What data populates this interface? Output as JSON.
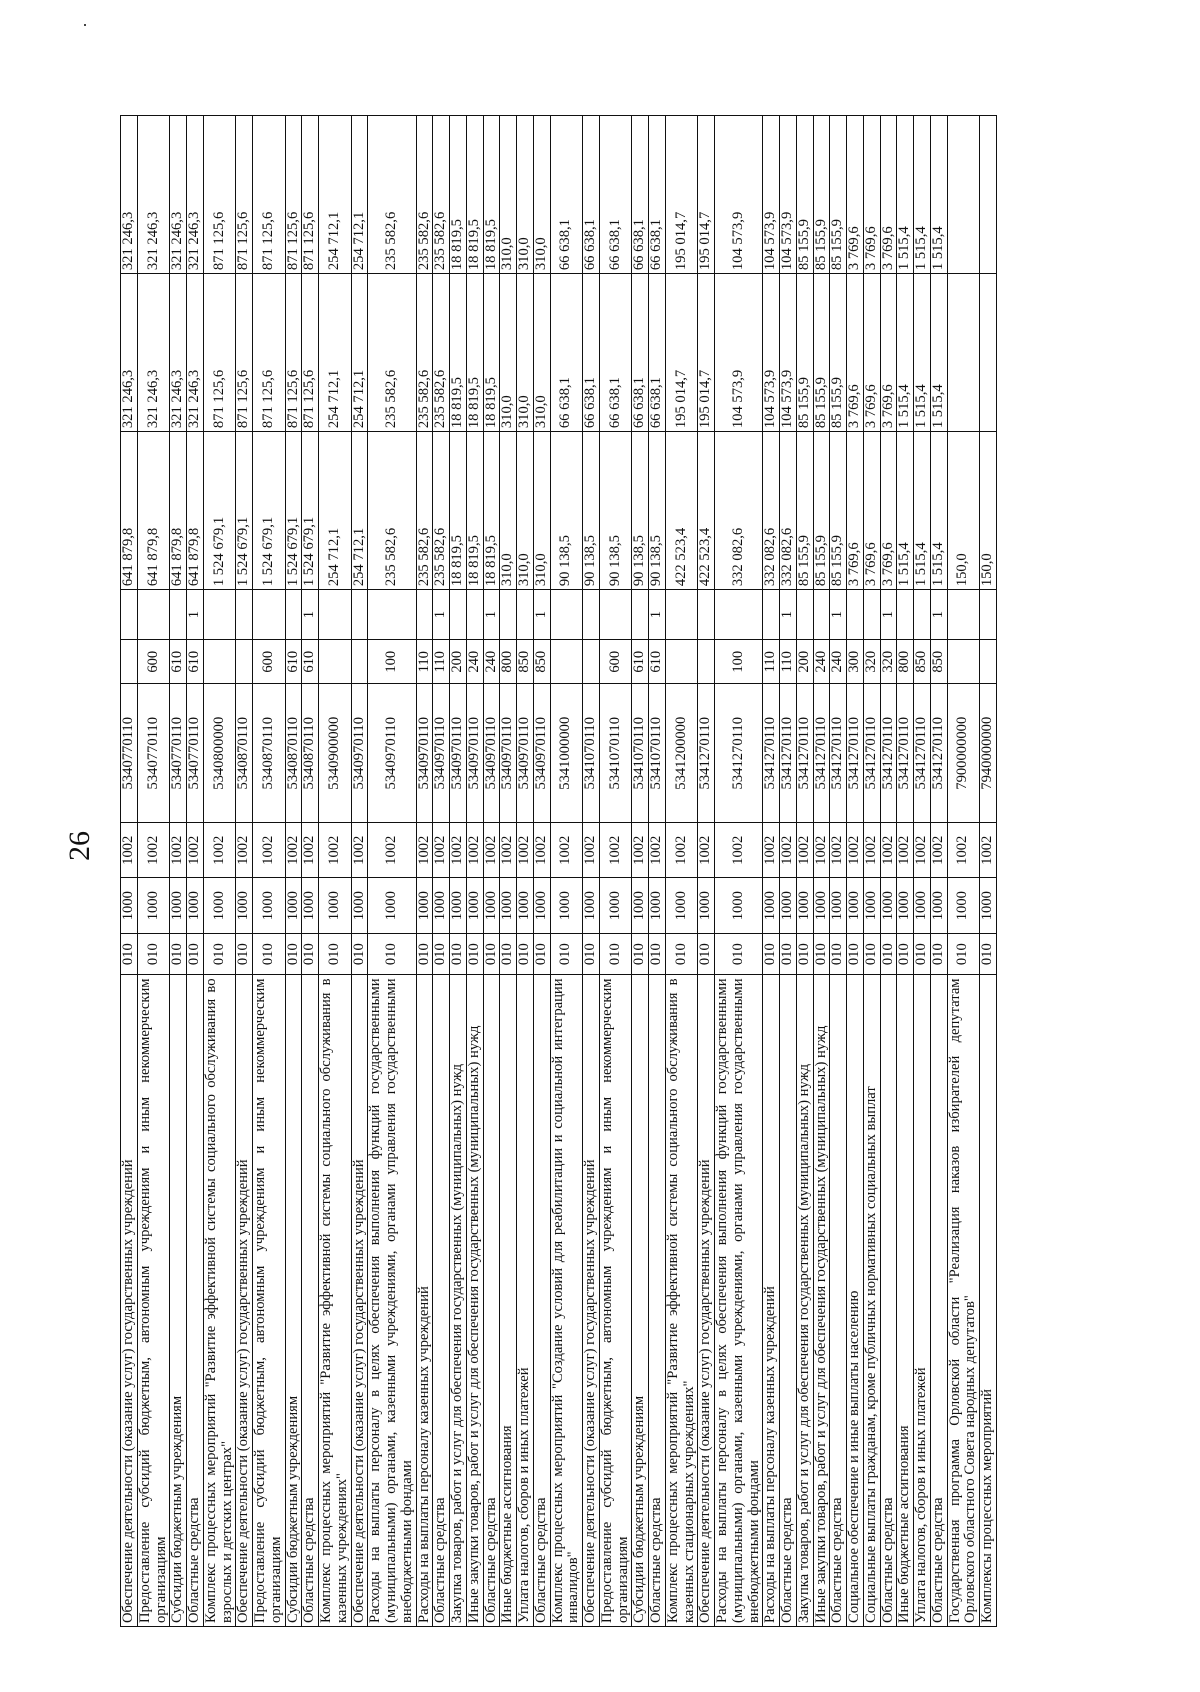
{
  "page": {
    "number": "26"
  },
  "table": {
    "rows": [
      {
        "name": "Обеспечение деятельности (оказание услуг) государственных учреждений",
        "code": "010",
        "section": "1000",
        "subsection": "1002",
        "target": "5340770110",
        "type": "",
        "ind": "",
        "a1": "641 879,8",
        "a2": "321 246,3",
        "a3": "321 246,3"
      },
      {
        "name": "Предоставление субсидий бюджетным, автономным учреждениям и иным некоммерческим организациям",
        "code": "010",
        "section": "1000",
        "subsection": "1002",
        "target": "5340770110",
        "type": "600",
        "ind": "",
        "a1": "641 879,8",
        "a2": "321 246,3",
        "a3": "321 246,3"
      },
      {
        "name": "Субсидии бюджетным учреждениям",
        "code": "010",
        "section": "1000",
        "subsection": "1002",
        "target": "5340770110",
        "type": "610",
        "ind": "",
        "a1": "641 879,8",
        "a2": "321 246,3",
        "a3": "321 246,3"
      },
      {
        "name": "Областные средства",
        "code": "010",
        "section": "1000",
        "subsection": "1002",
        "target": "5340770110",
        "type": "610",
        "ind": "1",
        "a1": "641 879,8",
        "a2": "321 246,3",
        "a3": "321 246,3"
      },
      {
        "name": "Комплекс процессных мероприятий \"Развитие эффективной системы социального обслуживания во взрослых и детских центрах\"",
        "code": "010",
        "section": "1000",
        "subsection": "1002",
        "target": "5340800000",
        "type": "",
        "ind": "",
        "a1": "1 524 679,1",
        "a2": "871 125,6",
        "a3": "871 125,6"
      },
      {
        "name": "Обеспечение деятельности (оказание услуг) государственных учреждений",
        "code": "010",
        "section": "1000",
        "subsection": "1002",
        "target": "5340870110",
        "type": "",
        "ind": "",
        "a1": "1 524 679,1",
        "a2": "871 125,6",
        "a3": "871 125,6"
      },
      {
        "name": "Предоставление субсидий бюджетным, автономным учреждениям и иным некоммерческим организациям",
        "code": "010",
        "section": "1000",
        "subsection": "1002",
        "target": "5340870110",
        "type": "600",
        "ind": "",
        "a1": "1 524 679,1",
        "a2": "871 125,6",
        "a3": "871 125,6"
      },
      {
        "name": "Субсидии бюджетным учреждениям",
        "code": "010",
        "section": "1000",
        "subsection": "1002",
        "target": "5340870110",
        "type": "610",
        "ind": "",
        "a1": "1 524 679,1",
        "a2": "871 125,6",
        "a3": "871 125,6"
      },
      {
        "name": "Областные средства",
        "code": "010",
        "section": "1000",
        "subsection": "1002",
        "target": "5340870110",
        "type": "610",
        "ind": "1",
        "a1": "1 524 679,1",
        "a2": "871 125,6",
        "a3": "871 125,6"
      },
      {
        "name": "Комплекс процессных мероприятий \"Развитие эффективной системы социального обслуживания в казенных учреждениях\"",
        "code": "010",
        "section": "1000",
        "subsection": "1002",
        "target": "5340900000",
        "type": "",
        "ind": "",
        "a1": "254 712,1",
        "a2": "254 712,1",
        "a3": "254 712,1"
      },
      {
        "name": "Обеспечение деятельности (оказание услуг) государственных учреждений",
        "code": "010",
        "section": "1000",
        "subsection": "1002",
        "target": "5340970110",
        "type": "",
        "ind": "",
        "a1": "254 712,1",
        "a2": "254 712,1",
        "a3": "254 712,1"
      },
      {
        "name": "Расходы на выплаты персоналу в целях обеспечения выполнения функций государственными (муниципальными) органами, казенными учреждениями, органами управления государственными внебюджетными фондами",
        "code": "010",
        "section": "1000",
        "subsection": "1002",
        "target": "5340970110",
        "type": "100",
        "ind": "",
        "a1": "235 582,6",
        "a2": "235 582,6",
        "a3": "235 582,6"
      },
      {
        "name": "Расходы на выплаты персоналу казенных учреждений",
        "code": "010",
        "section": "1000",
        "subsection": "1002",
        "target": "5340970110",
        "type": "110",
        "ind": "",
        "a1": "235 582,6",
        "a2": "235 582,6",
        "a3": "235 582,6"
      },
      {
        "name": "Областные средства",
        "code": "010",
        "section": "1000",
        "subsection": "1002",
        "target": "5340970110",
        "type": "110",
        "ind": "1",
        "a1": "235 582,6",
        "a2": "235 582,6",
        "a3": "235 582,6"
      },
      {
        "name": "Закупка товаров, работ и услуг для обеспечения государственных (муниципальных) нужд",
        "code": "010",
        "section": "1000",
        "subsection": "1002",
        "target": "5340970110",
        "type": "200",
        "ind": "",
        "a1": "18 819,5",
        "a2": "18 819,5",
        "a3": "18 819,5"
      },
      {
        "name": "Иные закупки товаров, работ и услуг для обеспечения государственных (муниципальных) нужд",
        "code": "010",
        "section": "1000",
        "subsection": "1002",
        "target": "5340970110",
        "type": "240",
        "ind": "",
        "a1": "18 819,5",
        "a2": "18 819,5",
        "a3": "18 819,5"
      },
      {
        "name": "Областные средства",
        "code": "010",
        "section": "1000",
        "subsection": "1002",
        "target": "5340970110",
        "type": "240",
        "ind": "1",
        "a1": "18 819,5",
        "a2": "18 819,5",
        "a3": "18 819,5"
      },
      {
        "name": "Иные бюджетные ассигнования",
        "code": "010",
        "section": "1000",
        "subsection": "1002",
        "target": "5340970110",
        "type": "800",
        "ind": "",
        "a1": "310,0",
        "a2": "310,0",
        "a3": "310,0"
      },
      {
        "name": "Уплата налогов, сборов и иных платежей",
        "code": "010",
        "section": "1000",
        "subsection": "1002",
        "target": "5340970110",
        "type": "850",
        "ind": "",
        "a1": "310,0",
        "a2": "310,0",
        "a3": "310,0"
      },
      {
        "name": "Областные средства",
        "code": "010",
        "section": "1000",
        "subsection": "1002",
        "target": "5340970110",
        "type": "850",
        "ind": "1",
        "a1": "310,0",
        "a2": "310,0",
        "a3": "310,0"
      },
      {
        "name": "Комплекс процессных мероприятий \"Создание условий для реабилитации и социальной интеграции инвалидов\"",
        "code": "010",
        "section": "1000",
        "subsection": "1002",
        "target": "5341000000",
        "type": "",
        "ind": "",
        "a1": "90 138,5",
        "a2": "66 638,1",
        "a3": "66 638,1"
      },
      {
        "name": "Обеспечение деятельности (оказание услуг) государственных учреждений",
        "code": "010",
        "section": "1000",
        "subsection": "1002",
        "target": "5341070110",
        "type": "",
        "ind": "",
        "a1": "90 138,5",
        "a2": "66 638,1",
        "a3": "66 638,1"
      },
      {
        "name": "Предоставление субсидий бюджетным, автономным учреждениям и иным некоммерческим организациям",
        "code": "010",
        "section": "1000",
        "subsection": "1002",
        "target": "5341070110",
        "type": "600",
        "ind": "",
        "a1": "90 138,5",
        "a2": "66 638,1",
        "a3": "66 638,1"
      },
      {
        "name": "Субсидии бюджетным учреждениям",
        "code": "010",
        "section": "1000",
        "subsection": "1002",
        "target": "5341070110",
        "type": "610",
        "ind": "",
        "a1": "90 138,5",
        "a2": "66 638,1",
        "a3": "66 638,1"
      },
      {
        "name": "Областные средства",
        "code": "010",
        "section": "1000",
        "subsection": "1002",
        "target": "5341070110",
        "type": "610",
        "ind": "1",
        "a1": "90 138,5",
        "a2": "66 638,1",
        "a3": "66 638,1"
      },
      {
        "name": "Комплекс процессных мероприятий \"Развитие эффективной системы социального обслуживания в казенных стационарных учреждениях\"",
        "code": "010",
        "section": "1000",
        "subsection": "1002",
        "target": "5341200000",
        "type": "",
        "ind": "",
        "a1": "422 523,4",
        "a2": "195 014,7",
        "a3": "195 014,7"
      },
      {
        "name": "Обеспечение деятельности (оказание услуг) государственных учреждений",
        "code": "010",
        "section": "1000",
        "subsection": "1002",
        "target": "5341270110",
        "type": "",
        "ind": "",
        "a1": "422 523,4",
        "a2": "195 014,7",
        "a3": "195 014,7"
      },
      {
        "name": "Расходы на выплаты персоналу в целях обеспечения выполнения функций государственными (муниципальными) органами, казенными учреждениями, органами управления государственными внебюджетными фондами",
        "code": "010",
        "section": "1000",
        "subsection": "1002",
        "target": "5341270110",
        "type": "100",
        "ind": "",
        "a1": "332 082,6",
        "a2": "104 573,9",
        "a3": "104 573,9"
      },
      {
        "name": "Расходы на выплаты персоналу казенных учреждений",
        "code": "010",
        "section": "1000",
        "subsection": "1002",
        "target": "5341270110",
        "type": "110",
        "ind": "",
        "a1": "332 082,6",
        "a2": "104 573,9",
        "a3": "104 573,9"
      },
      {
        "name": "Областные средства",
        "code": "010",
        "section": "1000",
        "subsection": "1002",
        "target": "5341270110",
        "type": "110",
        "ind": "1",
        "a1": "332 082,6",
        "a2": "104 573,9",
        "a3": "104 573,9"
      },
      {
        "name": "Закупка товаров, работ и услуг для обеспечения государственных (муниципальных) нужд",
        "code": "010",
        "section": "1000",
        "subsection": "1002",
        "target": "5341270110",
        "type": "200",
        "ind": "",
        "a1": "85 155,9",
        "a2": "85 155,9",
        "a3": "85 155,9"
      },
      {
        "name": "Иные закупки товаров, работ и услуг для обеспечения государственных (муниципальных) нужд",
        "code": "010",
        "section": "1000",
        "subsection": "1002",
        "target": "5341270110",
        "type": "240",
        "ind": "",
        "a1": "85 155,9",
        "a2": "85 155,9",
        "a3": "85 155,9"
      },
      {
        "name": "Областные средства",
        "code": "010",
        "section": "1000",
        "subsection": "1002",
        "target": "5341270110",
        "type": "240",
        "ind": "1",
        "a1": "85 155,9",
        "a2": "85 155,9",
        "a3": "85 155,9"
      },
      {
        "name": "Социальное обеспечение и иные выплаты населению",
        "code": "010",
        "section": "1000",
        "subsection": "1002",
        "target": "5341270110",
        "type": "300",
        "ind": "",
        "a1": "3 769,6",
        "a2": "3 769,6",
        "a3": "3 769,6"
      },
      {
        "name": "Социальные выплаты гражданам, кроме публичных нормативных социальных выплат",
        "code": "010",
        "section": "1000",
        "subsection": "1002",
        "target": "5341270110",
        "type": "320",
        "ind": "",
        "a1": "3 769,6",
        "a2": "3 769,6",
        "a3": "3 769,6"
      },
      {
        "name": "Областные средства",
        "code": "010",
        "section": "1000",
        "subsection": "1002",
        "target": "5341270110",
        "type": "320",
        "ind": "1",
        "a1": "3 769,6",
        "a2": "3 769,6",
        "a3": "3 769,6"
      },
      {
        "name": "Иные бюджетные ассигнования",
        "code": "010",
        "section": "1000",
        "subsection": "1002",
        "target": "5341270110",
        "type": "800",
        "ind": "",
        "a1": "1 515,4",
        "a2": "1 515,4",
        "a3": "1 515,4"
      },
      {
        "name": "Уплата налогов, сборов и иных платежей",
        "code": "010",
        "section": "1000",
        "subsection": "1002",
        "target": "5341270110",
        "type": "850",
        "ind": "",
        "a1": "1 515,4",
        "a2": "1 515,4",
        "a3": "1 515,4"
      },
      {
        "name": "Областные средства",
        "code": "010",
        "section": "1000",
        "subsection": "1002",
        "target": "5341270110",
        "type": "850",
        "ind": "1",
        "a1": "1 515,4",
        "a2": "1 515,4",
        "a3": "1 515,4"
      },
      {
        "name": "Государственная программа Орловской области \"Реализация наказов избирателей депутатам Орловского областного Совета народных депутатов\"",
        "code": "010",
        "section": "1000",
        "subsection": "1002",
        "target": "7900000000",
        "type": "",
        "ind": "",
        "a1": "150,0",
        "a2": "",
        "a3": ""
      },
      {
        "name": "Комплексы процессных мероприятий",
        "code": "010",
        "section": "1000",
        "subsection": "1002",
        "target": "7940000000",
        "type": "",
        "ind": "",
        "a1": "150,0",
        "a2": "",
        "a3": ""
      }
    ]
  }
}
